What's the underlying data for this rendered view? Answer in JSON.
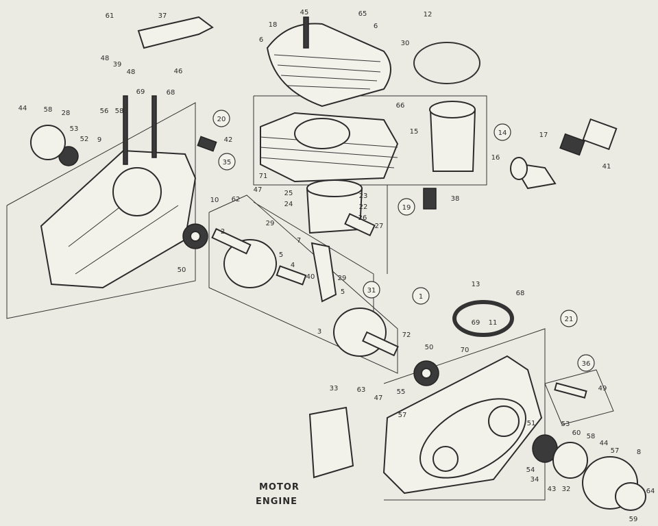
{
  "title": {
    "line1": "MOTOR",
    "line2": "ENGINE"
  },
  "callouts": [
    "61",
    "37",
    "45",
    "65",
    "12",
    "18",
    "6",
    "6",
    "30",
    "48",
    "39",
    "48",
    "46",
    "69",
    "68",
    "44",
    "58",
    "28",
    "56",
    "58",
    "66",
    "53",
    "15",
    "17",
    "42",
    "52",
    "9",
    "41",
    "16",
    "71",
    "47",
    "62",
    "25",
    "23",
    "24",
    "22",
    "10",
    "38",
    "29",
    "26",
    "27",
    "2",
    "7",
    "5",
    "4",
    "50",
    "40",
    "29",
    "5",
    "13",
    "68",
    "69",
    "11",
    "3",
    "72",
    "50",
    "70",
    "55",
    "33",
    "63",
    "47",
    "49",
    "57",
    "51",
    "53",
    "60",
    "58",
    "44",
    "57",
    "8",
    "54",
    "34",
    "43",
    "32",
    "64",
    "59"
  ],
  "group_callouts": [
    "20",
    "35",
    "14",
    "19",
    "31",
    "1",
    "21",
    "36"
  ],
  "colors": {
    "paper": "#ecebe3",
    "ink": "#2b2b2b"
  }
}
